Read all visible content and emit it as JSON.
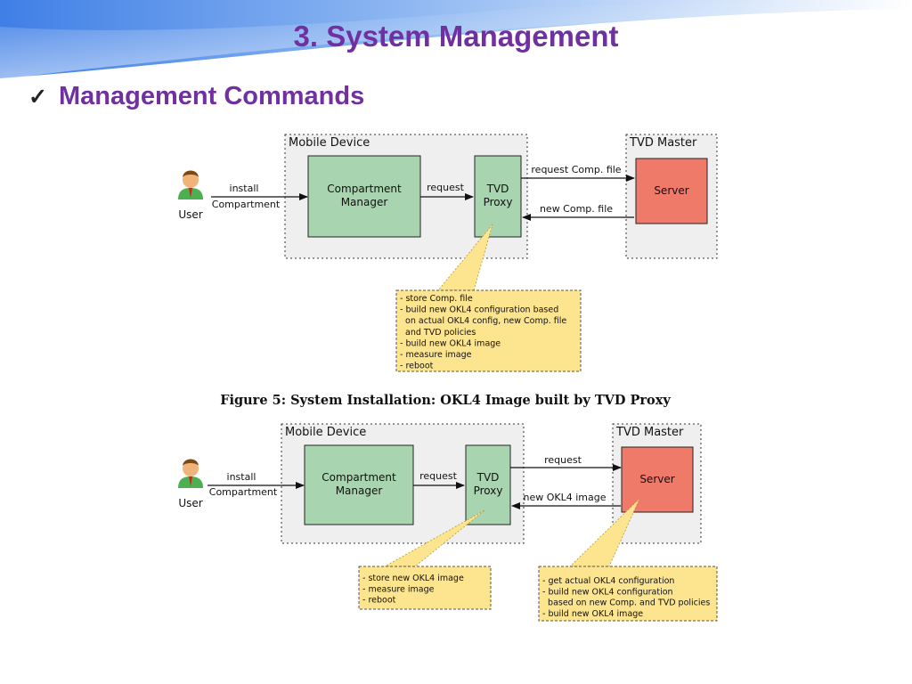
{
  "slide": {
    "title": "3. System Management",
    "bullet_icon": "check-icon",
    "bullet": "Management Commands"
  },
  "figure1": {
    "mobile_device_label": "Mobile Device",
    "tvd_master_label": "TVD Master",
    "user_label": "User",
    "install_label_line1": "install",
    "install_label_line2": "Compartment",
    "compartment_manager_line1": "Compartment",
    "compartment_manager_line2": "Manager",
    "request_label": "request",
    "tvd_proxy_line1": "TVD",
    "tvd_proxy_line2": "Proxy",
    "request_comp_file": "request Comp. file",
    "new_comp_file": "new Comp. file",
    "server_label": "Server",
    "note_lines": [
      "- store Comp. file",
      "- build new OKL4 configuration based",
      "  on actual OKL4 config, new Comp. file",
      "  and TVD policies",
      "- build new OKL4 image",
      "- measure image",
      "- reboot"
    ],
    "caption": "Figure 5:  System Installation:  OKL4 Image built by TVD Proxy"
  },
  "figure2": {
    "mobile_device_label": "Mobile Device",
    "tvd_master_label": "TVD Master",
    "user_label": "User",
    "install_label_line1": "install",
    "install_label_line2": "Compartment",
    "compartment_manager_line1": "Compartment",
    "compartment_manager_line2": "Manager",
    "request_label": "request",
    "tvd_proxy_line1": "TVD",
    "tvd_proxy_line2": "Proxy",
    "request_to_server": "request",
    "new_okl4_image": "new OKL4 image",
    "server_label": "Server",
    "proxy_note_lines": [
      "- store new OKL4 image",
      "- measure image",
      "- reboot"
    ],
    "server_note_lines": [
      "- get actual OKL4 configuration",
      "- build new OKL4 configuration",
      "  based on new Comp. and TVD policies",
      "- build new OKL4 image"
    ]
  },
  "colors": {
    "title": "#7030a0",
    "container_fill": "#efefef",
    "box_green": "#a8d5b0",
    "box_red": "#f07a6a",
    "note_yellow": "#fde48f",
    "note_border": "#b59a2e"
  }
}
